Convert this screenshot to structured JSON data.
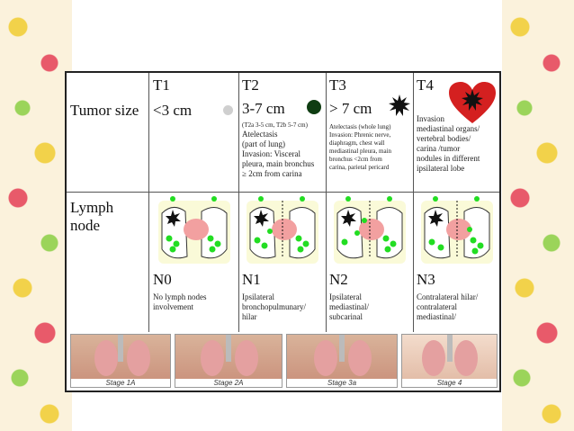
{
  "table": {
    "row1_header": "Tumor size",
    "row2_header": [
      "Lymph",
      "node"
    ],
    "t_columns": [
      {
        "label": "T1",
        "size": "<3 cm",
        "details": []
      },
      {
        "label": "T2",
        "size": "3-7 cm",
        "details": [
          "(T2a 3-5 cm, T2b 5-7 cm)",
          "Atelectasis",
          "(part of lung)",
          "Invasion: Visceral",
          "pleura, main bronchus",
          "≥ 2cm from carina"
        ]
      },
      {
        "label": "T3",
        "size": "> 7 cm",
        "details": [
          "Atelectasis (whole lung)",
          "Invasion: Phrenic nerve,",
          "diaphragm, chest wall",
          "mediastinal pleura, main",
          "bronchus <2cm from",
          "carina, parietal pericard"
        ]
      },
      {
        "label": "T4",
        "size": "",
        "details": [
          "Invasion",
          "mediastinal organs/",
          "vertebral bodies/",
          "carina /tumor",
          "nodules in different",
          "ipsilateral lobe"
        ]
      }
    ],
    "n_columns": [
      {
        "label": "N0",
        "lines": [
          "No lymph nodes",
          "involvement"
        ]
      },
      {
        "label": "N1",
        "lines": [
          "Ipsilateral",
          "bronchopulmunary/",
          "hilar"
        ]
      },
      {
        "label": "N2",
        "lines": [
          "Ipsilateral",
          "mediastinal/",
          "subcarinal"
        ]
      },
      {
        "label": "N3",
        "lines": [
          "Contralateral hilar/",
          "contralateral",
          "mediastinal/"
        ]
      }
    ],
    "stages": [
      "Stage 1A",
      "Stage 2A",
      "Stage 3a",
      "Stage 4"
    ]
  },
  "colors": {
    "tumor_small": "#cfcfcf",
    "tumor_dark": "#0f3d12",
    "tumor_black": "#111111",
    "heart": "#d42020",
    "node_green": "#22dd22",
    "heart_pink": "#f2a0a0"
  }
}
